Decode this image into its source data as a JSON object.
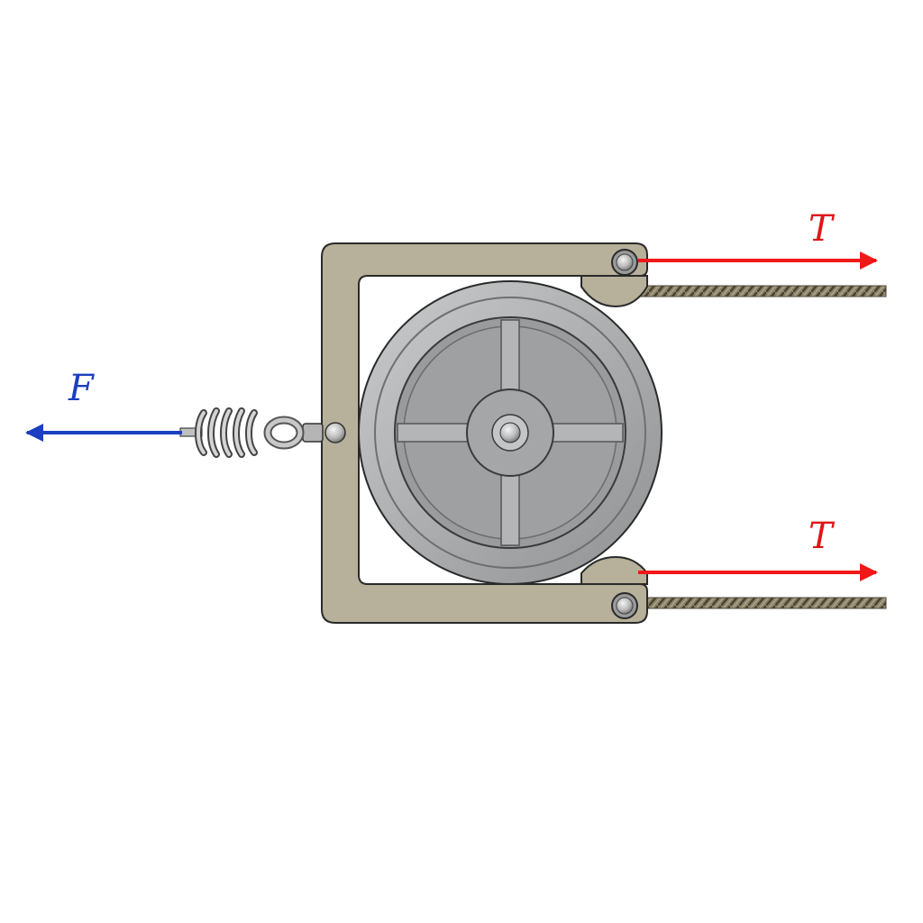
{
  "labels": {
    "force_left": "F",
    "tension_top": "T",
    "tension_bottom": "T"
  },
  "colors": {
    "force_arrow": "#1b3fbf",
    "tension_arrow": "#f01818",
    "bracket": "#b7b09a",
    "pulley": "#a9abad",
    "rope": "#6f6754",
    "background": "#ffffff"
  },
  "icons": {
    "spring": "coil-spring-icon",
    "pin": "bolt-pin-icon",
    "pulley": "pulley-wheel-icon"
  }
}
